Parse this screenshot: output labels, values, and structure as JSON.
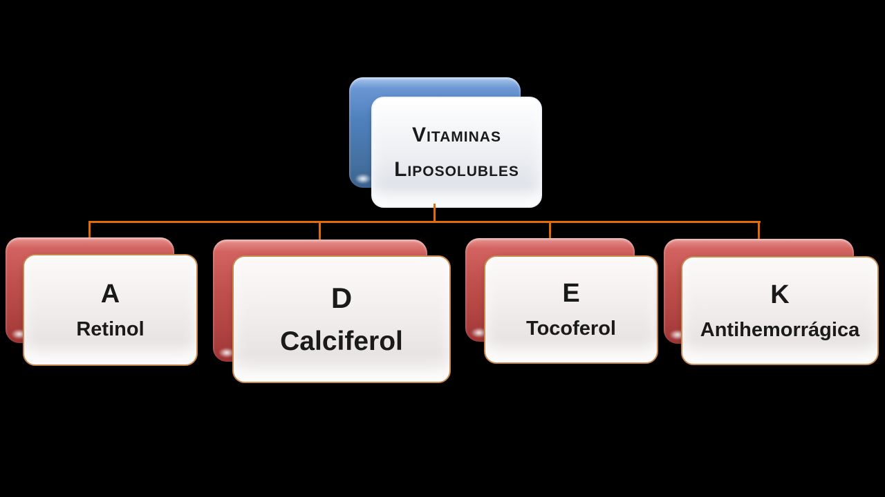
{
  "diagram": {
    "type": "hierarchy",
    "background_color": "#000000",
    "root": {
      "line1": "Vitaminas",
      "line2": "Liposolubles",
      "back_plate_color": "#4f81bd"
    },
    "children": [
      {
        "letter": "A",
        "name": "Retinol"
      },
      {
        "letter": "D",
        "name": "Calciferol"
      },
      {
        "letter": "E",
        "name": "Tocoferol"
      },
      {
        "letter": "K",
        "name": "Antihemorrágica"
      }
    ],
    "colors": {
      "root_back": "#4f81bd",
      "child_back": "#c0504d",
      "connector": "#e36c09",
      "front_fill": "#f1edec",
      "front_border_child": "#c9884d",
      "front_border_root": "#eef1f7",
      "text": "#1a1a1a"
    }
  }
}
